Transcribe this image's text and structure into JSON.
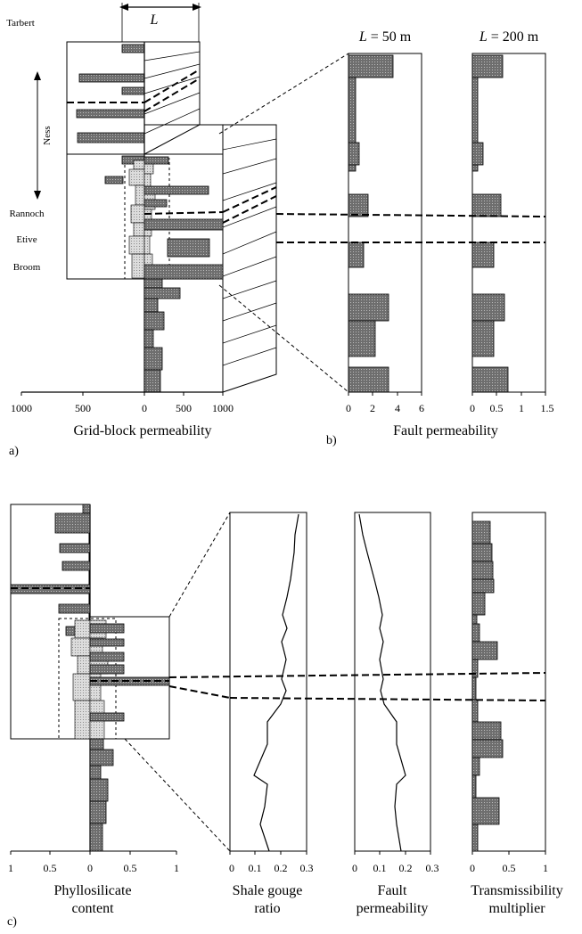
{
  "panel_a": {
    "label": "a)",
    "length_label": "L",
    "xlabel": "Grid-block permeability",
    "ticks": [
      "1000",
      "500",
      "0",
      "500",
      "1000"
    ],
    "formations": [
      "Tarbert",
      "Ness",
      "Rannoch",
      "Etive",
      "Broom"
    ]
  },
  "panel_b": {
    "label": "b)",
    "xlabel": "Fault permeability",
    "plots": [
      {
        "title": "L = 50 m",
        "title_prefix": "L",
        "title_suffix": " = 50 m",
        "ticks": [
          "0",
          "2",
          "4",
          "6"
        ],
        "xmax": 6
      },
      {
        "title": "L = 200 m",
        "title_prefix": "L",
        "title_suffix": " = 200 m",
        "ticks": [
          "0",
          "0.5",
          "1",
          "1.5"
        ],
        "xmax": 1.5
      }
    ]
  },
  "panel_c": {
    "label": "c)",
    "phyllosilicate": {
      "label_line1": "Phyllosilicate",
      "label_line2": "content",
      "ticks": [
        "1",
        "0.5",
        "0",
        "0.5",
        "1"
      ]
    },
    "sgr": {
      "label_line1": "Shale gouge",
      "label_line2": "ratio",
      "ticks": [
        "0",
        "0.1",
        "0.2",
        "0.3"
      ]
    },
    "fault_perm": {
      "label_line1": "Fault",
      "label_line2": "permeability",
      "ticks": [
        "0",
        "0.1",
        "0.2",
        "0.3"
      ]
    },
    "tm": {
      "label_line1": "Transmissibility",
      "label_line2": "multiplier",
      "ticks": [
        "0",
        "0.5",
        "1"
      ]
    }
  },
  "colors": {
    "bar_dark": "#7a7a7a",
    "bar_light": "#cfcfcf",
    "line": "#000000"
  }
}
